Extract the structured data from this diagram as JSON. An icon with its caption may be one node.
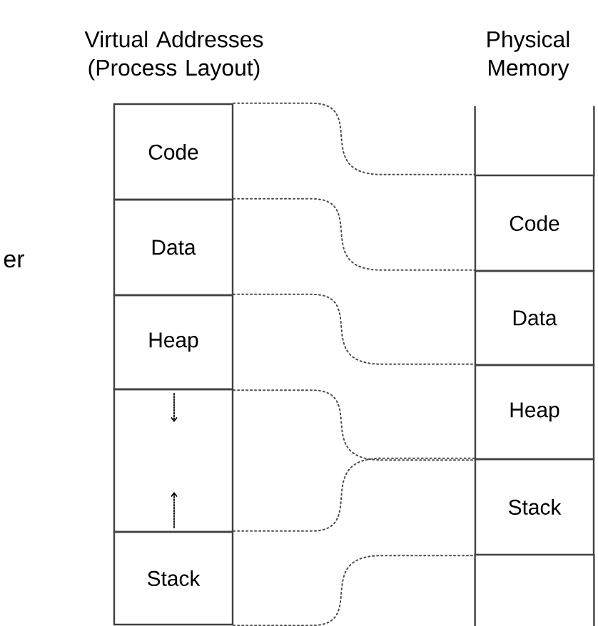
{
  "diagram": {
    "nodes": [
      {
        "text": [
          "Code"
        ]
      },
      {
        "text": [
          "Data"
        ]
      },
      {
        "text": [
          "Heap"
        ]
      },
      {
        "text": [],
        "shape": "box"
      },
      {
        "text": [
          "Stack"
        ]
      },
      {
        "text": [],
        "shape": "box"
      },
      {
        "text": [
          "Code"
        ]
      },
      {
        "text": [
          "Data"
        ]
      },
      {
        "text": [
          "Heap"
        ]
      },
      {
        "text": [
          "Stack"
        ]
      },
      {
        "text": [],
        "shape": "box"
      }
    ],
    "edges": [
      {
        "from": 0,
        "to": 6,
        "arrow": "none"
      },
      {
        "from": 1,
        "to": 7,
        "arrow": "none"
      },
      {
        "from": 2,
        "to": 8,
        "arrow": "none"
      },
      {
        "from": 2,
        "to": 8,
        "arrow": "none"
      },
      {
        "from": 4,
        "to": 9,
        "arrow": "none"
      },
      {
        "from": 4,
        "to": 9,
        "arrow": "none"
      }
    ],
    "labels": [
      "Virtual Addresses (Process Layout)",
      "Physical Memory",
      "er"
    ]
  }
}
